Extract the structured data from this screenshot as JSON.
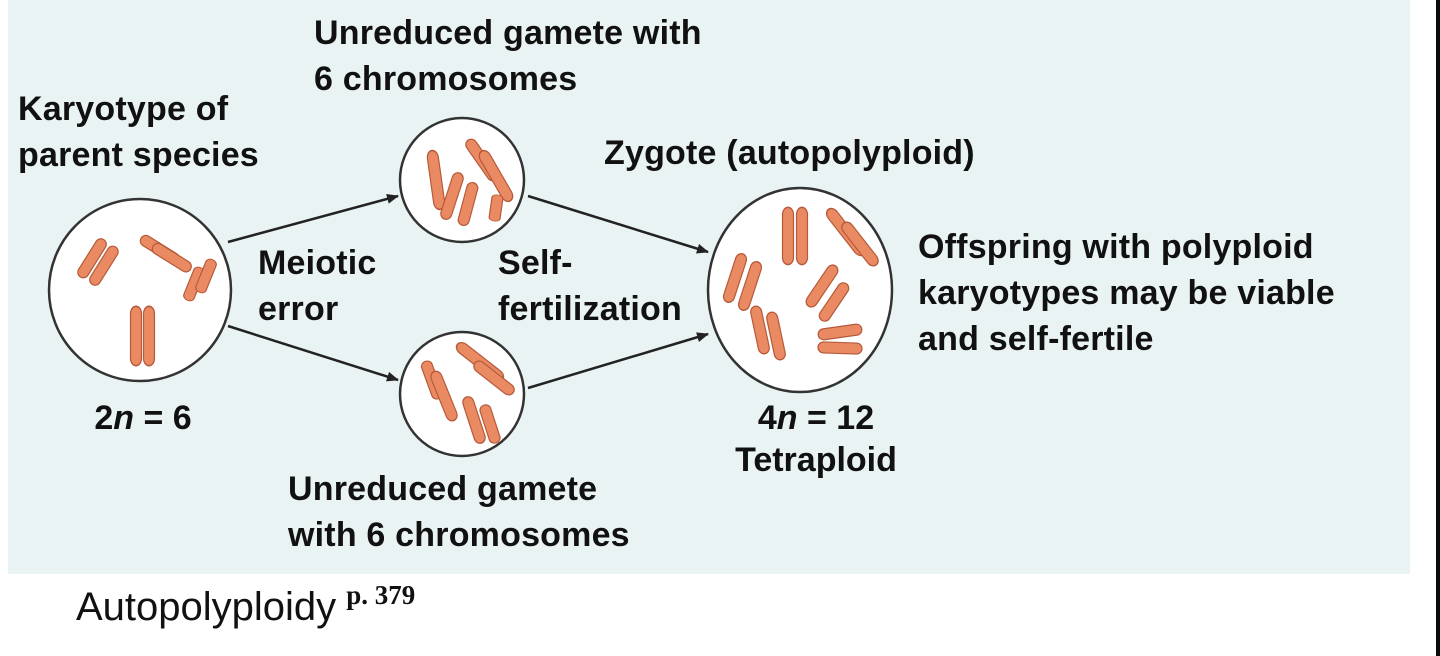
{
  "labels": {
    "parent": [
      "Karyotype of",
      "parent species"
    ],
    "parent_count": {
      "prefix": "2",
      "var": "n",
      "suffix": " = 6"
    },
    "meiotic_error": [
      "Meiotic",
      "error"
    ],
    "gamete_top": [
      "Unreduced gamete with",
      "6 chromosomes"
    ],
    "gamete_bottom": [
      "Unreduced gamete",
      "with 6 chromosomes"
    ],
    "self_fertilization": [
      "Self-",
      "fertilization"
    ],
    "zygote": "Zygote (autopolyploid)",
    "zygote_count": {
      "prefix": "4",
      "var": "n",
      "suffix": " = 12"
    },
    "zygote_type": "Tetraploid",
    "offspring": [
      "Offspring with polyploid",
      "karyotypes may be viable",
      "and self-fertile"
    ]
  },
  "caption": {
    "title": "Autopolyploidy",
    "page_ref": "p. 379"
  },
  "colors": {
    "panel_background": "#eaf3f3",
    "chromosome_fill": "#e98a63",
    "chromosome_outline": "#b65a3a",
    "cell_outline": "#333333",
    "arrow": "#222222"
  },
  "icons": {
    "cell": "circle",
    "chromosome": "rounded-rod",
    "arrow": "arrowhead-line"
  }
}
